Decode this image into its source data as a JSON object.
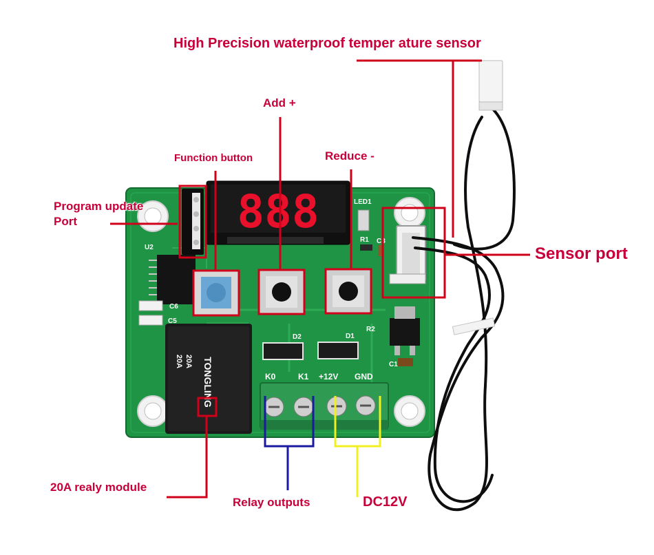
{
  "labels": {
    "sensor_title": "High Precision waterproof temper ature sensor",
    "add": "Add +",
    "function_button": "Function button",
    "reduce": "Reduce -",
    "program_update": "Program update",
    "program_update_2": "Port",
    "sensor_port": "Sensor port",
    "relay_module": "20A realy module",
    "relay_outputs": "Relay outputs",
    "dc12v": "DC12V"
  },
  "board_text": {
    "led1": "LED1",
    "r1": "R1",
    "c3": "C3",
    "r2": "R2",
    "d2": "D2",
    "d1": "D1",
    "c6": "C6",
    "c5": "C5",
    "c1": "C1",
    "u2": "U2",
    "k0": "K0",
    "k1": "K1",
    "plus12v": "+12V",
    "gnd": "GND",
    "relay_brand": "TONGLING",
    "relay_rating_1": "20A",
    "relay_rating_2": "20A",
    "display_digits": "888"
  },
  "colors": {
    "label_red": "#c8003a",
    "pcb_green": "#1a8a3c",
    "callout_red": "#d0001a",
    "callout_blue": "#1a1aa0",
    "callout_yellow": "#f0f020",
    "display_red": "#e8102a"
  }
}
